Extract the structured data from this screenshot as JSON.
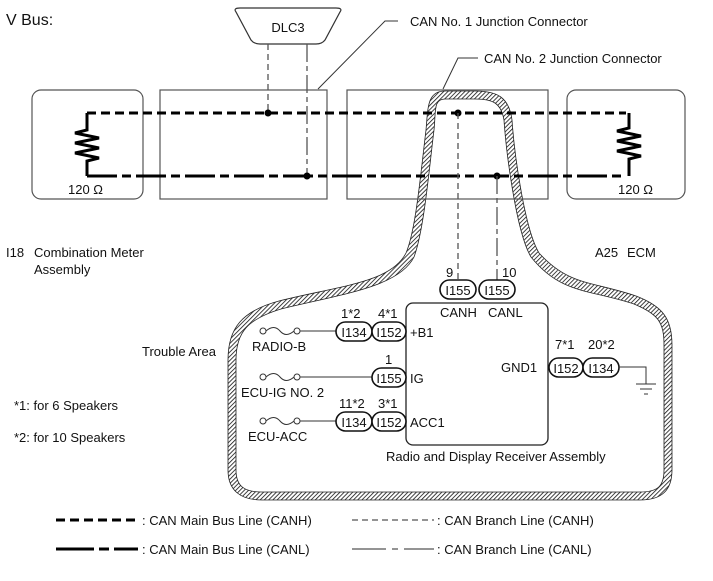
{
  "title": "V Bus:",
  "components": {
    "dlc3": "DLC3",
    "jc1_label": "CAN No. 1 Junction Connector",
    "jc2_label": "CAN No. 2 Junction Connector",
    "meter_code": "I18",
    "meter_name_line1": "Combination Meter",
    "meter_name_line2": "Assembly",
    "ecm_code": "A25",
    "ecm_name": "ECM",
    "meter_resistor": "120 Ω",
    "ecm_resistor": "120 Ω",
    "receiver_name": "Radio and Display Receiver Assembly",
    "trouble_area": "Trouble Area"
  },
  "can_pins": {
    "canh_pin": "9",
    "canh_connector": "I155",
    "canh_terminal": "CANH",
    "canl_pin": "10",
    "canl_connector": "I155",
    "canl_terminal": "CANL"
  },
  "power_inputs": [
    {
      "fuse": "RADIO-B",
      "pins": [
        "1*2",
        "4*1"
      ],
      "connectors": [
        "I134",
        "I152"
      ],
      "terminal": "+B1"
    },
    {
      "fuse": "ECU-IG NO. 2",
      "pins": [
        "1"
      ],
      "connectors": [
        "I155"
      ],
      "terminal": "IG"
    },
    {
      "fuse": "ECU-ACC",
      "pins": [
        "11*2",
        "3*1"
      ],
      "connectors": [
        "I134",
        "I152"
      ],
      "terminal": "ACC1"
    }
  ],
  "ground": {
    "terminal": "GND1",
    "pins": [
      "7*1",
      "20*2"
    ],
    "connectors": [
      "I152",
      "I134"
    ]
  },
  "notes": [
    "*1: for 6 Speakers",
    "*2: for 10 Speakers"
  ],
  "legend": [
    {
      "style": "canh-main",
      "label": ": CAN Main Bus Line (CANH)"
    },
    {
      "style": "canh-branch",
      "label": ": CAN Branch Line (CANH)"
    },
    {
      "style": "canl-main",
      "label": ": CAN Main Bus Line (CANL)"
    },
    {
      "style": "canl-branch",
      "label": ": CAN Branch Line (CANL)"
    }
  ]
}
